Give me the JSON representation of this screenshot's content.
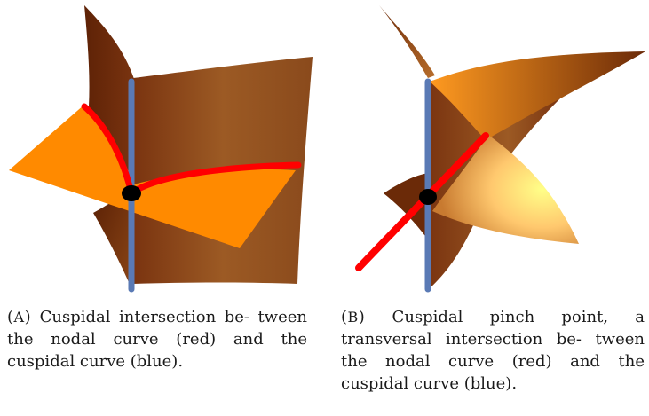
{
  "figures": [
    {
      "label_open": "(",
      "label_letter": "A",
      "label_close": ")",
      "caption": "Cuspidal intersection between the nodal curve (red) and the cuspidal curve (blue).",
      "caption_lines": [
        "Cuspidal intersection be-",
        "tween the nodal curve (red) and",
        "the cuspidal curve (blue)."
      ]
    },
    {
      "label_open": "(",
      "label_letter": "B",
      "label_close": ")",
      "caption": "Cuspidal pinch point, a transversal intersection between the nodal curve (red) and the cuspidal curve (blue).",
      "caption_lines": [
        "Cuspidal pinch point, a",
        "transversal intersection be-",
        "tween the nodal curve (red)",
        "and the cuspidal curve (blue)."
      ]
    }
  ],
  "colors": {
    "surface_dark": "#6b2a08",
    "surface_mid": "#a8662a",
    "plane_orange": "#ff8a00",
    "cuspidal_curve_blue": "#5a7ab5",
    "nodal_curve_red": "#ff0000",
    "singular_point": "#000000",
    "highlight_yellow": "#ffff88"
  }
}
